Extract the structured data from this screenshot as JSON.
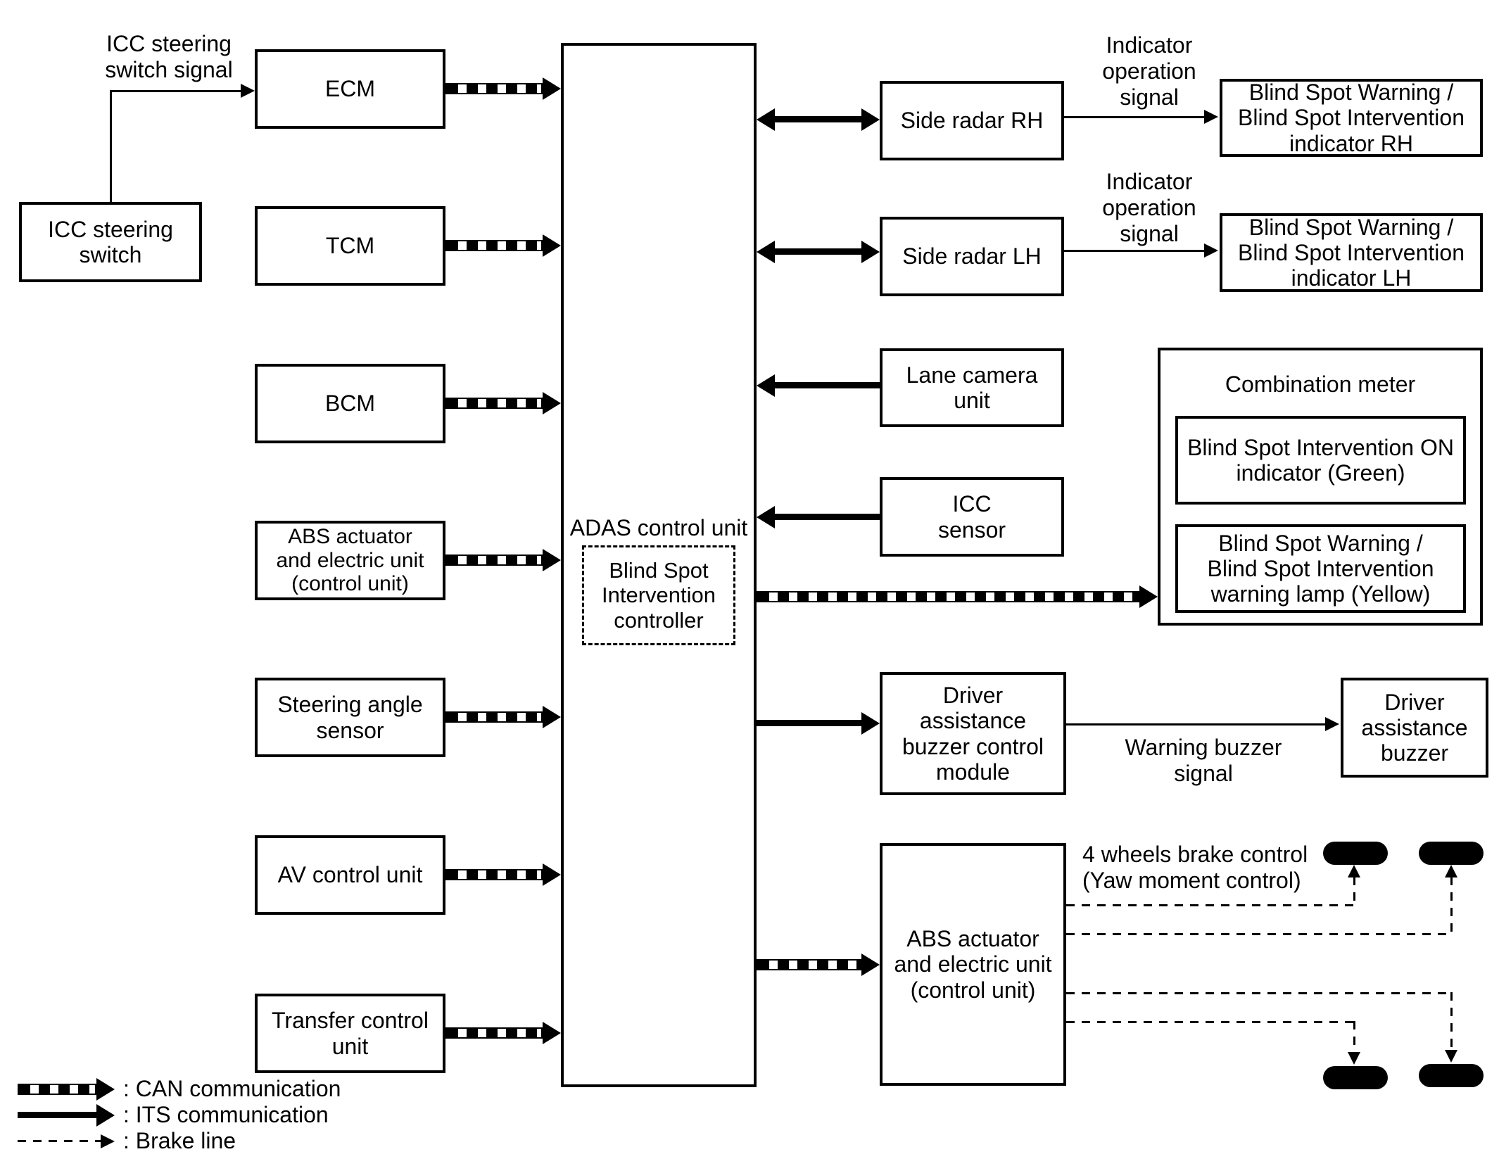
{
  "colors": {
    "line": "#000000",
    "background": "#ffffff"
  },
  "boxes": {
    "icc_steering_switch": "ICC steering\nswitch",
    "ecm": "ECM",
    "tcm": "TCM",
    "bcm": "BCM",
    "abs_left": "ABS actuator\nand electric unit\n(control unit)",
    "steering_angle_sensor": "Steering angle\nsensor",
    "av_control_unit": "AV control unit",
    "transfer_control_unit": "Transfer control\nunit",
    "adas": "ADAS control unit",
    "bsi_controller": "Blind Spot\nIntervention\ncontroller",
    "side_radar_rh": "Side radar RH",
    "side_radar_lh": "Side radar LH",
    "bsw_indicator_rh": "Blind Spot Warning /\nBlind Spot Intervention\nindicator RH",
    "bsw_indicator_lh": "Blind Spot Warning /\nBlind Spot Intervention\nindicator LH",
    "lane_camera": "Lane camera\nunit",
    "icc_sensor": "ICC\nsensor",
    "combination_meter": "Combination meter",
    "bsi_on_indicator": "Blind Spot Intervention ON\nindicator (Green)",
    "bsw_warning_lamp": "Blind Spot Warning /\nBlind Spot Intervention\nwarning lamp (Yellow)",
    "buzzer_module": "Driver\nassistance\nbuzzer control\nmodule",
    "buzzer": "Driver\nassistance\nbuzzer",
    "abs_right": "ABS actuator\nand electric unit\n(control unit)"
  },
  "labels": {
    "icc_switch_signal": "ICC steering\nswitch signal",
    "indicator_op_rh": "Indicator\noperation\nsignal",
    "indicator_op_lh": "Indicator\noperation\nsignal",
    "warning_buzzer_signal": "Warning buzzer\nsignal",
    "four_wheels": "4 wheels brake control\n(Yaw moment control)"
  },
  "legend": {
    "can": ": CAN communication",
    "its": ": ITS communication",
    "brake": ": Brake line"
  }
}
